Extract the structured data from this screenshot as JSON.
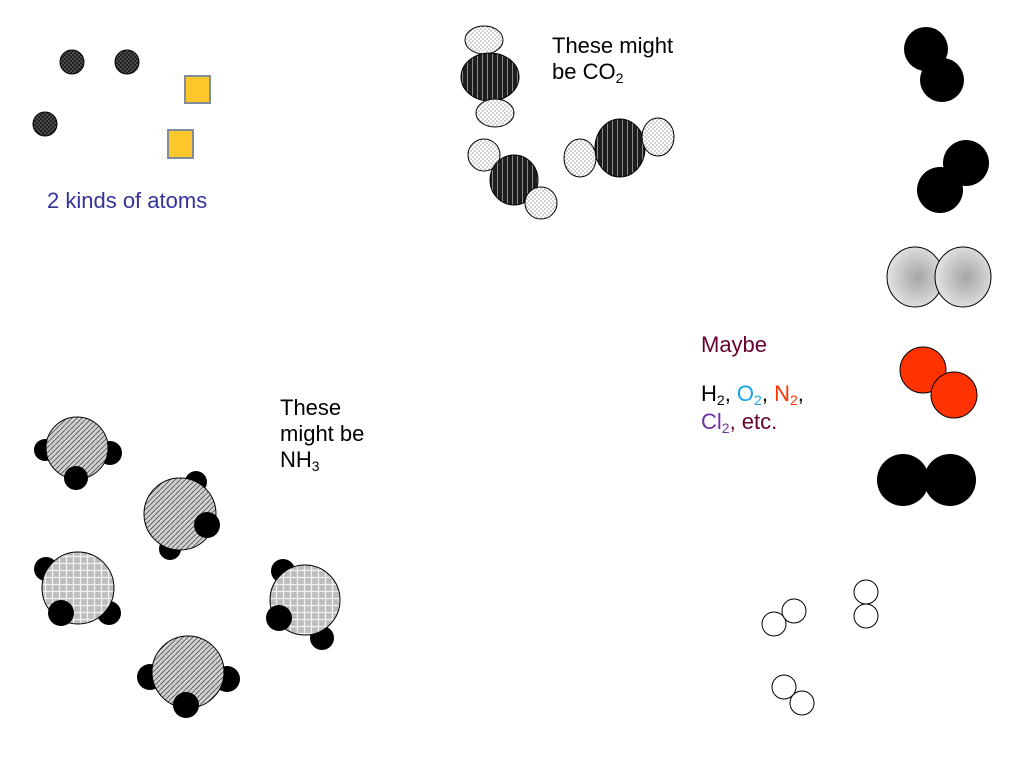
{
  "colors": {
    "atoms_label": "#333399",
    "maybe": "#660033",
    "o2": "#1aa3e8",
    "n2": "#ff3300",
    "cl2": "#7030a0",
    "yellow_atom": "#ffc72c",
    "red_molecule": "#ff3300"
  },
  "labels": {
    "atoms": "2 kinds of atoms",
    "co2_line1": "These might",
    "co2_line2_prefix": "be CO",
    "co2_sub": "2",
    "nh3_line1": "These",
    "nh3_line2": "might be",
    "nh3_prefix": "NH",
    "nh3_sub": "3",
    "maybe": "Maybe",
    "h": "H",
    "h_sub": "2",
    "sep1": ", ",
    "o": "O",
    "o_sub": "2",
    "sep2": ", ",
    "n": "N",
    "n_sub": "2",
    "sep3": ",",
    "cl": "Cl",
    "cl_sub": "2",
    "etc": ", etc."
  }
}
